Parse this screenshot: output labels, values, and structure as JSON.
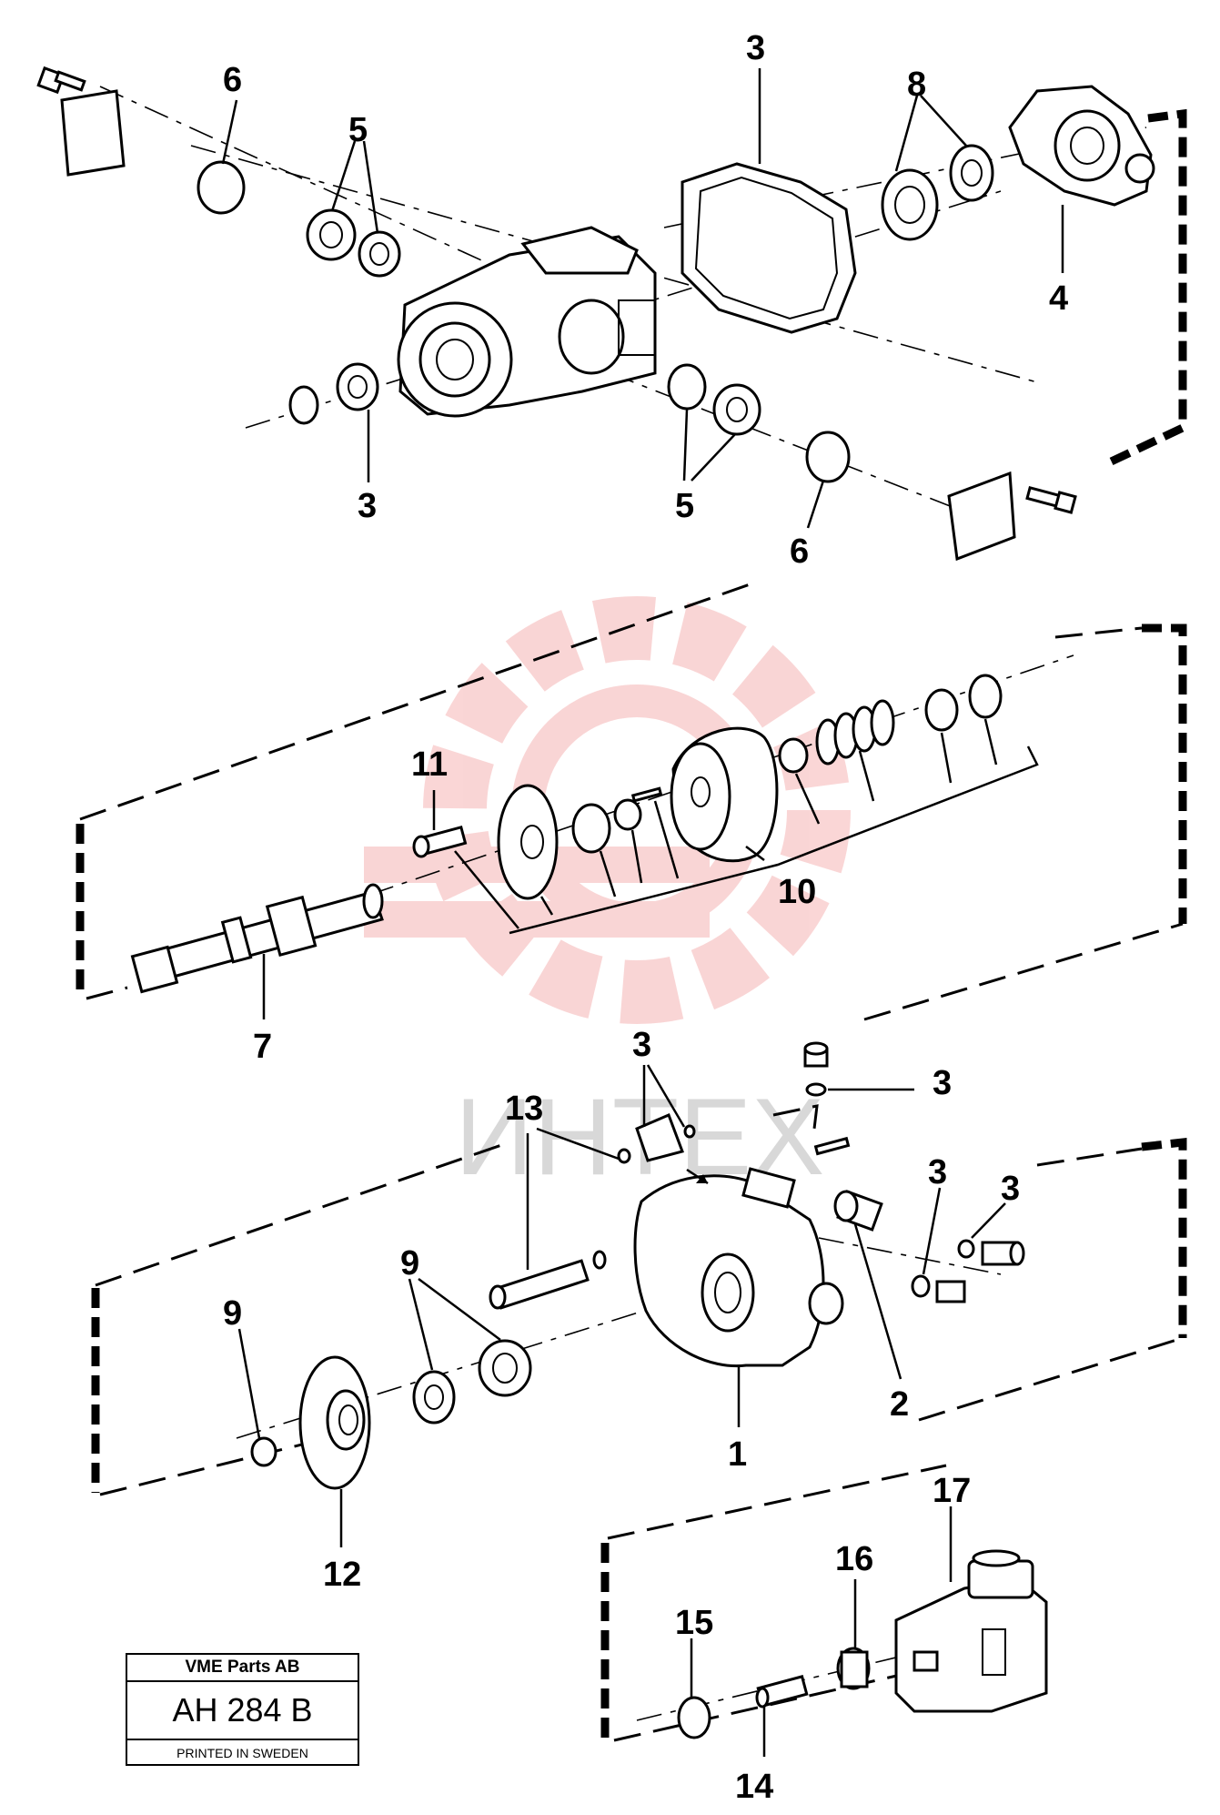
{
  "watermark": {
    "text": "ИНТЕХ",
    "color": "#f08a8a"
  },
  "callouts": {
    "c6_top": "6",
    "c5_top": "5",
    "c3_top": "3",
    "c8": "8",
    "c4": "4",
    "c3_left": "3",
    "c5_bottom": "5",
    "c6_bottom": "6",
    "c11": "11",
    "c10": "10",
    "c7": "7",
    "c13": "13",
    "c3_gasket": "3",
    "c3_plug": "3",
    "c3_oring_a": "3",
    "c3_oring_b": "3",
    "c9_left": "9",
    "c9_mid": "9",
    "c12": "12",
    "c1": "1",
    "c2": "2",
    "c17": "17",
    "c16": "16",
    "c15": "15",
    "c14": "14"
  },
  "title_block": {
    "company": "VME Parts AB",
    "code": "AH 284 B",
    "printed": "PRINTED IN SWEDEN"
  }
}
